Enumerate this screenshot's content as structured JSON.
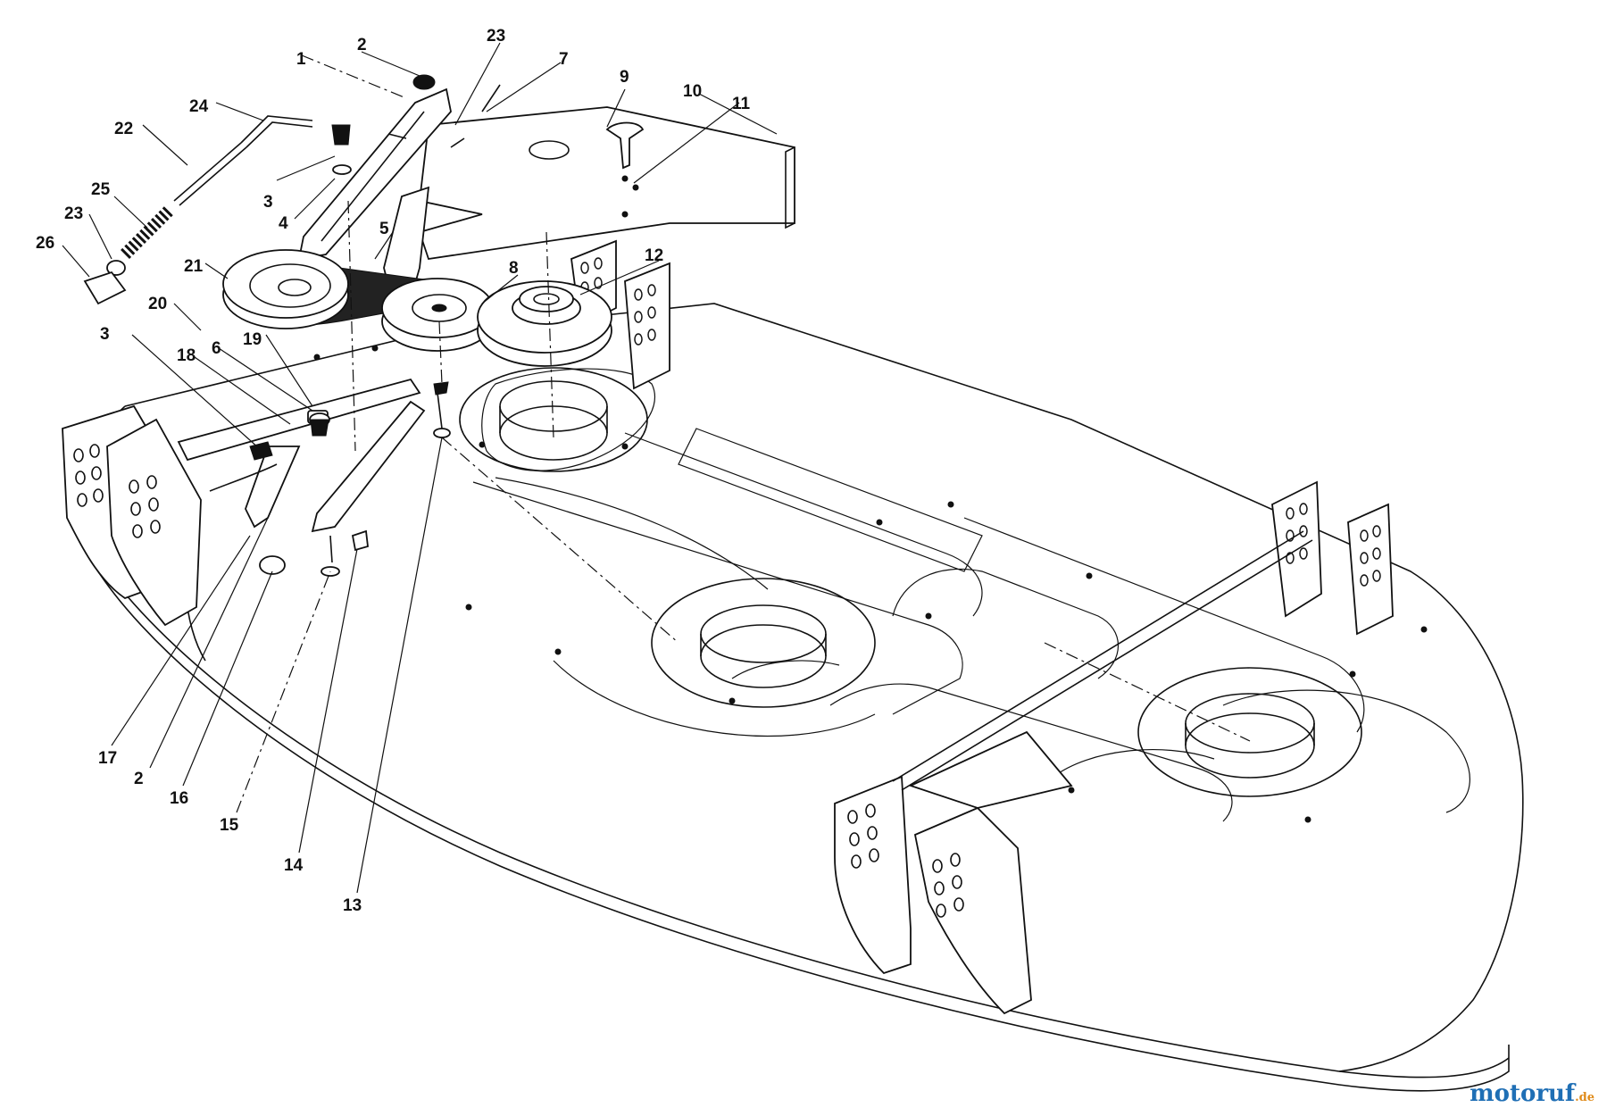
{
  "callouts": [
    {
      "id": "c1",
      "label": "1"
    },
    {
      "id": "c2a",
      "label": "2"
    },
    {
      "id": "c23a",
      "label": "23"
    },
    {
      "id": "c7",
      "label": "7"
    },
    {
      "id": "c9",
      "label": "9"
    },
    {
      "id": "c10",
      "label": "10"
    },
    {
      "id": "c11",
      "label": "11"
    },
    {
      "id": "c24",
      "label": "24"
    },
    {
      "id": "c22",
      "label": "22"
    },
    {
      "id": "c25",
      "label": "25"
    },
    {
      "id": "c3a",
      "label": "3"
    },
    {
      "id": "c4",
      "label": "4"
    },
    {
      "id": "c23b",
      "label": "23"
    },
    {
      "id": "c26",
      "label": "26"
    },
    {
      "id": "c5",
      "label": "5"
    },
    {
      "id": "c21",
      "label": "21"
    },
    {
      "id": "c8",
      "label": "8"
    },
    {
      "id": "c12",
      "label": "12"
    },
    {
      "id": "c20",
      "label": "20"
    },
    {
      "id": "c3b",
      "label": "3"
    },
    {
      "id": "c18",
      "label": "18"
    },
    {
      "id": "c6",
      "label": "6"
    },
    {
      "id": "c19",
      "label": "19"
    },
    {
      "id": "c17",
      "label": "17"
    },
    {
      "id": "c2b",
      "label": "2"
    },
    {
      "id": "c16",
      "label": "16"
    },
    {
      "id": "c15",
      "label": "15"
    },
    {
      "id": "c14",
      "label": "14"
    },
    {
      "id": "c13",
      "label": "13"
    }
  ],
  "watermark": {
    "brand": "motoruf",
    "suffix": ".de",
    "color_brand": "#1f6fb5",
    "color_suffix": "#e08b1a"
  }
}
